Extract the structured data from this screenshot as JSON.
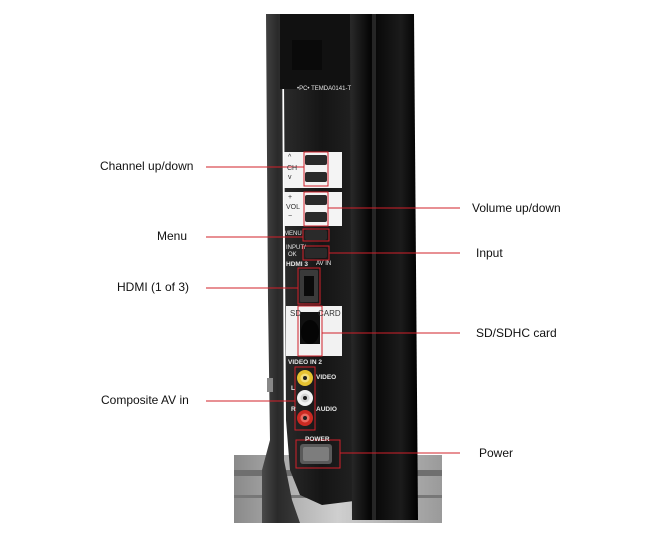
{
  "callouts": {
    "channel": "Channel up/down",
    "volume": "Volume up/down",
    "menu": "Menu",
    "input": "Input",
    "hdmi": "HDMI (1 of 3)",
    "sd": "SD/SDHC card",
    "composite": "Composite AV in",
    "power": "Power"
  },
  "panel_text": {
    "model": "•PC• TEMDA0141-T",
    "ch_label": "CH",
    "vol_label": "VOL",
    "plus": "+",
    "minus": "−",
    "up": "^",
    "down": "v",
    "menu_label": "MENU",
    "input_label": "INPUT/",
    "ok_label": "OK",
    "hdmi_label": "HDMI 3",
    "av_label": "AV IN",
    "sd_label": "SD",
    "card_label": "CARD",
    "video_in_label": "VIDEO IN 2",
    "video_label": "VIDEO",
    "audio_label": "AUDIO",
    "l_label": "L",
    "r_label": "R",
    "power_label": "POWER"
  },
  "colors": {
    "callout_line": "#d0202a",
    "panel": "#1a1a1a",
    "bezel": "#0d0d0d",
    "rca_video": "#e6c230",
    "rca_audio_l": "#f2f2f2",
    "rca_audio_r": "#cc2a22"
  }
}
